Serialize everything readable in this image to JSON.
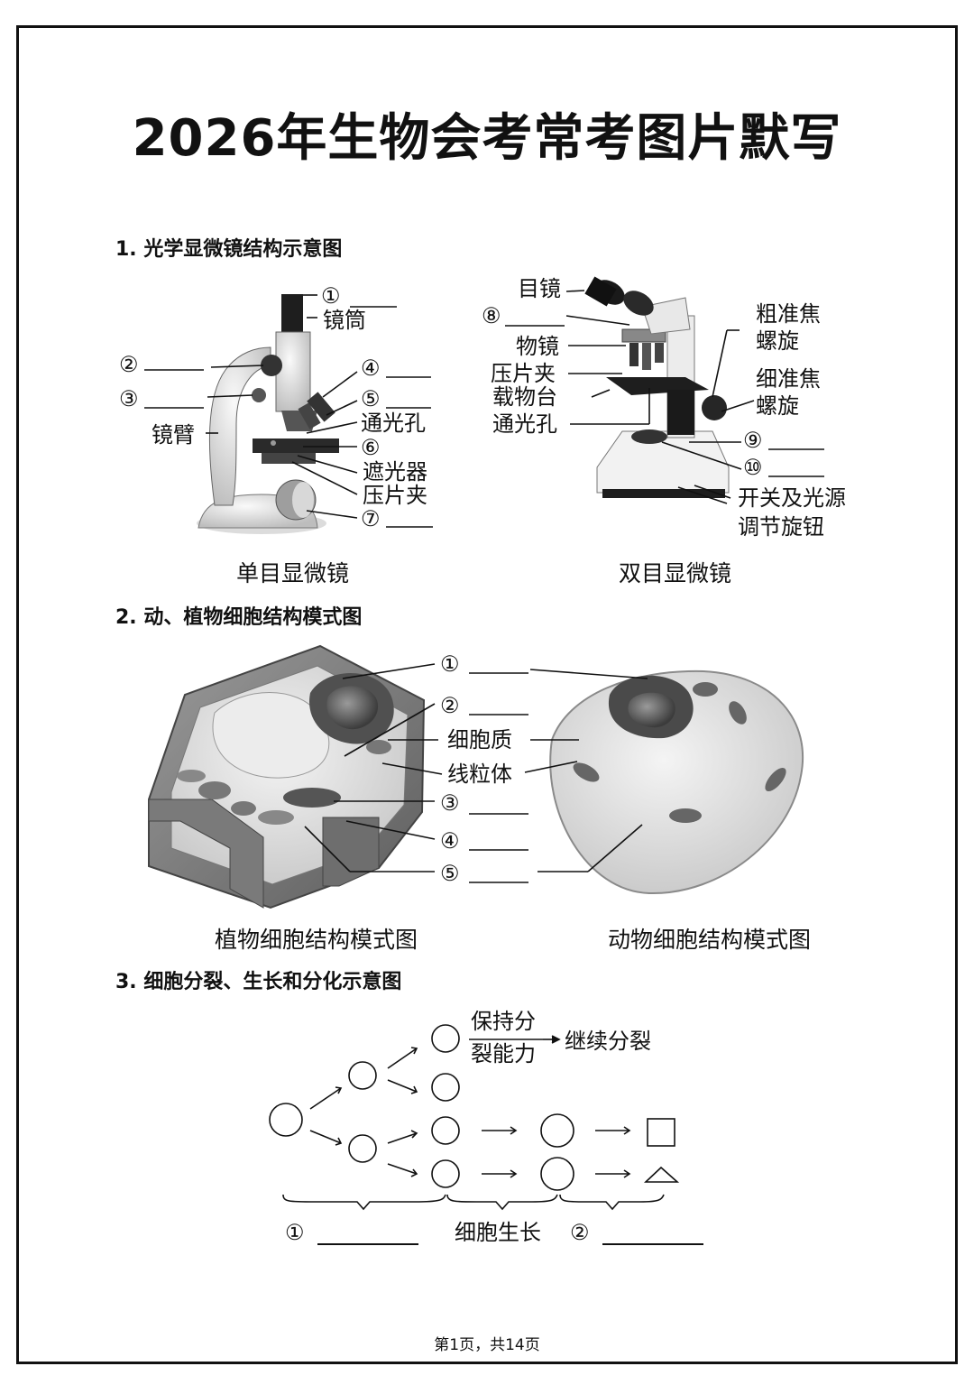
{
  "title": "2026年生物会考常考图片默写",
  "sections": {
    "s1": "1. 光学显微镜结构示意图",
    "s2": "2. 动、植物细胞结构模式图",
    "s3": "3. 细胞分裂、生长和分化示意图"
  },
  "microscope_mono": {
    "caption": "单目显微镜",
    "labels": {
      "n1": "①",
      "tube": "镜筒",
      "n2": "②",
      "n3": "③",
      "arm": "镜臂",
      "n4": "④",
      "n5": "⑤",
      "aperture": "通光孔",
      "n6": "⑥",
      "diaphragm": "遮光器",
      "clip": "压片夹",
      "n7": "⑦"
    }
  },
  "microscope_bino": {
    "caption": "双目显微镜",
    "labels": {
      "eyepiece": "目镜",
      "n8": "⑧",
      "objective": "物镜",
      "clip": "压片夹",
      "stage": "载物台",
      "aperture": "通光孔",
      "coarse": "粗准焦\n螺旋",
      "coarse1": "粗准焦",
      "coarse2": "螺旋",
      "fine1": "细准焦",
      "fine2": "螺旋",
      "n9": "⑨",
      "n10": "⑩",
      "switch1": "开关及光源",
      "switch2": "调节旋钮"
    }
  },
  "cells": {
    "plant_caption": "植物细胞结构模式图",
    "animal_caption": "动物细胞结构模式图",
    "labels": {
      "n1": "①",
      "n2": "②",
      "cytoplasm": "细胞质",
      "mito": "线粒体",
      "n3": "③",
      "n4": "④",
      "n5": "⑤"
    }
  },
  "division": {
    "keep1": "保持分",
    "keep2": "裂能力",
    "continue": "继续分裂",
    "n1": "①",
    "growth": "细胞生长",
    "n2": "②"
  },
  "footer": "第1页，共14页"
}
